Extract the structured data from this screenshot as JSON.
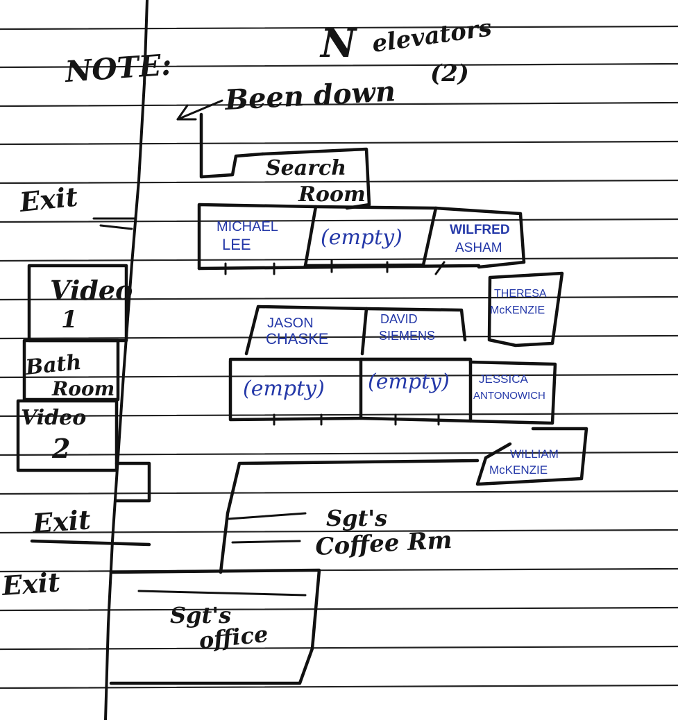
{
  "header": {
    "note": "NOTE:",
    "north": "N",
    "elevators": "elevators",
    "elevators_count": "(2)",
    "arrow_label": "Been down"
  },
  "rooms": {
    "search_line1": "Search",
    "search_line2": "Room",
    "michael_line1": "MICHAEL",
    "michael_line2": "LEE",
    "empty_top": "(empty)",
    "wilfred_line1": "WILFRED",
    "wilfred_line2": "ASHAM",
    "theresa_line1": "THERESA",
    "theresa_line2": "McKENZIE",
    "jason_line1": "JASON",
    "jason_line2": "CHASKE",
    "david_line1": "DAVID",
    "david_line2": "SIEMENS",
    "empty_left": "(empty)",
    "empty_mid": "(empty)",
    "jessica_line1": "JESSICA",
    "jessica_line2": "ANTONOWICH",
    "william_line1": "WILLIAM",
    "william_line2": "McKENZIE",
    "sgts_line1": "Sgt's",
    "coffee_line": "Coffee Rm",
    "office_line1": "Sgt's",
    "office_line2": "office"
  },
  "left_column": {
    "exit_1": "Exit",
    "video_1_line1": "Video",
    "video_1_line2": "1",
    "bath_line1": "Bath",
    "bath_line2": "Room",
    "video_2_line1": "Video",
    "video_2_line2": "2",
    "exit_2": "Exit",
    "exit_3": "Exit"
  }
}
